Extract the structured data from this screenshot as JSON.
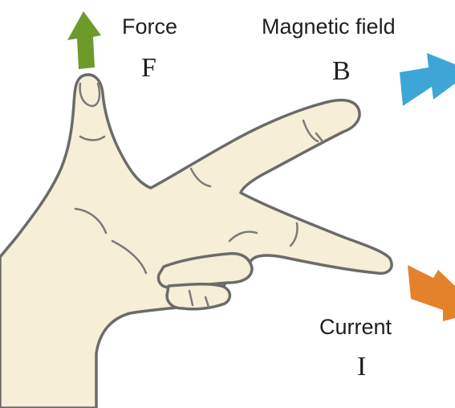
{
  "labels": {
    "force": {
      "text": "Force",
      "symbol": "F",
      "arrow_color": "#6e9a2c",
      "icon": "up-arrow-icon"
    },
    "magnetic_field": {
      "text": "Magnetic field",
      "symbol": "B",
      "arrow_color": "#3ea6d6",
      "icon": "right-arrow-icon"
    },
    "current": {
      "text": "Current",
      "symbol": "I",
      "arrow_color": "#e4822c",
      "icon": "down-right-arrow-icon"
    }
  },
  "colors": {
    "skin": "#f6eed6",
    "outline": "#6b6b6b",
    "background": "#ffffff"
  }
}
